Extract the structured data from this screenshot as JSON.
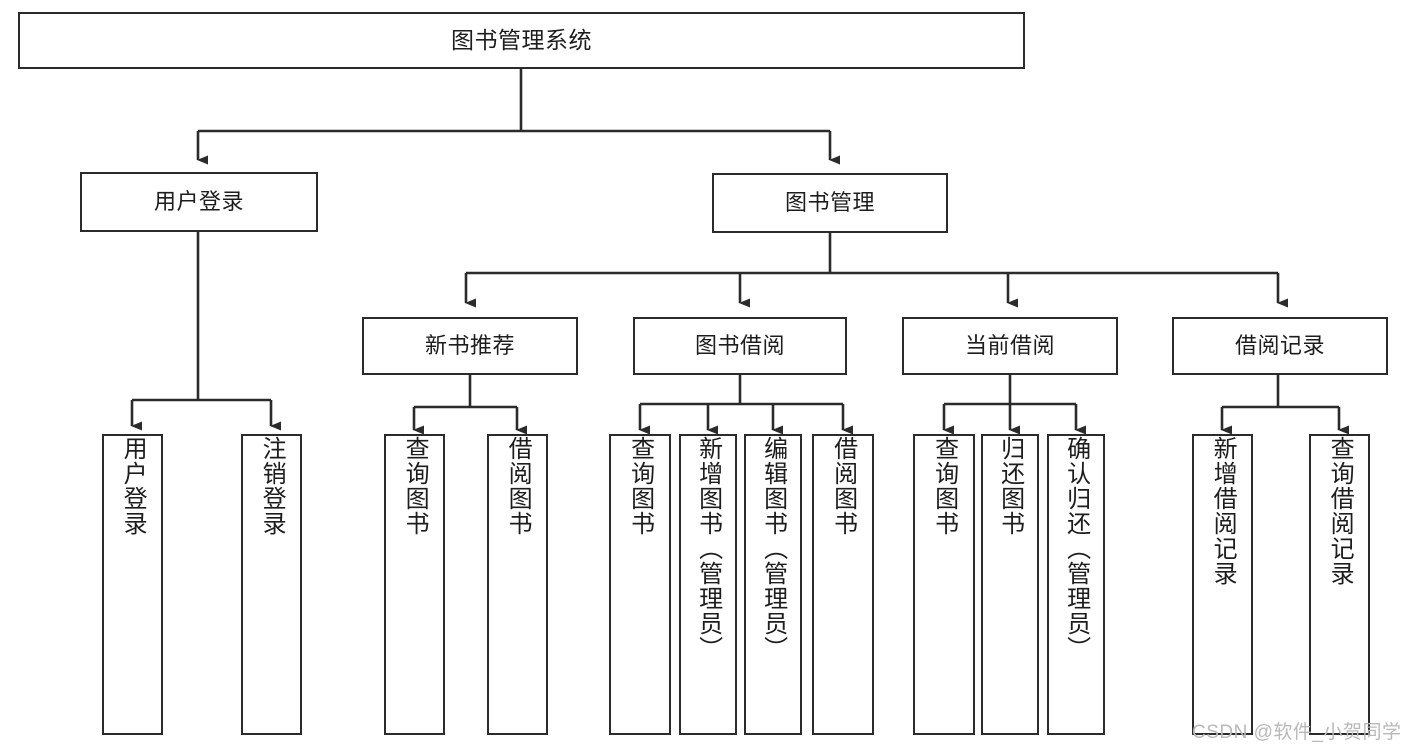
{
  "diagram": {
    "title": "图书管理系统",
    "type": "tree-hierarchy-chart",
    "background_color": "#ffffff",
    "line_color": "#2b2b2b",
    "text_color": "#1d1d1d",
    "nodes": {
      "root": {
        "label": "图书管理系统"
      },
      "level1": [
        {
          "label": "用户登录"
        },
        {
          "label": "图书管理"
        }
      ],
      "level2": [
        {
          "label": "新书推荐"
        },
        {
          "label": "图书借阅"
        },
        {
          "label": "当前借阅"
        },
        {
          "label": "借阅记录"
        }
      ],
      "leaves": {
        "user_login": [
          {
            "label": "用户登录"
          },
          {
            "label": "注销登录"
          }
        ],
        "new_book": [
          {
            "label": "查询图书"
          },
          {
            "label": "借阅图书"
          }
        ],
        "book_borrow": [
          {
            "label": "查询图书"
          },
          {
            "label": "新增图书（管理员）"
          },
          {
            "label": "编辑图书（管理员）"
          },
          {
            "label": "借阅图书"
          }
        ],
        "current_borrow": [
          {
            "label": "查询图书"
          },
          {
            "label": "归还图书"
          },
          {
            "label": "确认归还（管理员）"
          }
        ],
        "borrow_record": [
          {
            "label": "新增借阅记录"
          },
          {
            "label": "查询借阅记录"
          }
        ]
      }
    }
  },
  "watermark": {
    "text": "CSDN @软件_小贺同学"
  }
}
